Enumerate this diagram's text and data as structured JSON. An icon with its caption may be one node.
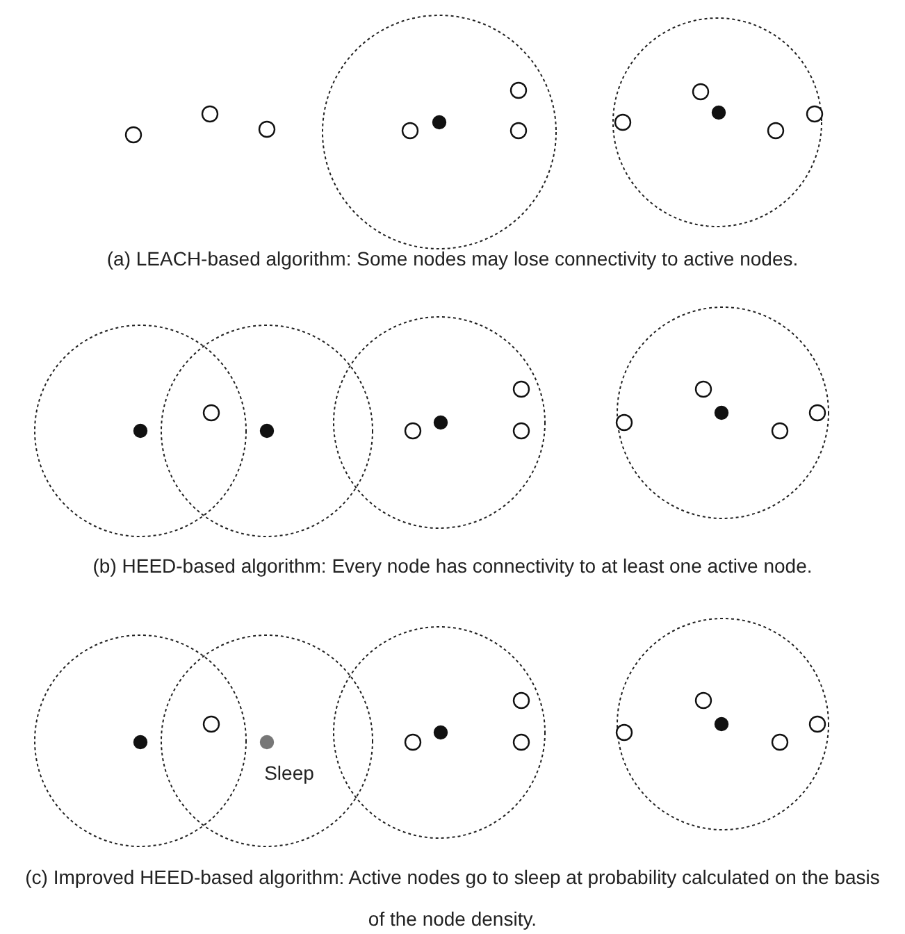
{
  "diagram": {
    "labels": [
      "(a) LEACH-based algorithm: Some nodes may lose connectivity to active nodes.",
      "(b) HEED-based algorithm: Every node has connectivity to at least one active node.",
      "Sleep",
      "(c) Improved HEED-based algorithm: Active nodes go to sleep at probability calculated on the basis of the node density."
    ]
  }
}
